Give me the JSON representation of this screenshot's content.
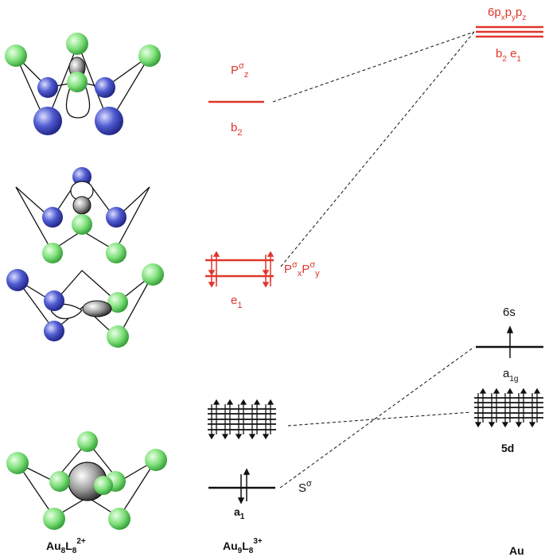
{
  "diagram": {
    "colors": {
      "red": "#e0362c",
      "black": "#111111",
      "gold_atom": "blue",
      "ligand_atom": "green",
      "central_atom": "gray"
    },
    "labels": {
      "pz_main": "P",
      "pz_sup": "σ",
      "pz_sub": "z",
      "b2_main": "b",
      "b2_sub": "2",
      "pxpy_a": "P",
      "pxpy_a_sup": "σ",
      "pxpy_a_sub": "x",
      "pxpy_b": "P",
      "pxpy_b_sup": "σ",
      "pxpy_b_sub": "y",
      "e1_main": "e",
      "e1_sub": "1",
      "a1_main": "a",
      "a1_sub": "1",
      "s_main": "S",
      "s_sup": "σ",
      "au6p_main": "6p",
      "au6p_x": "x",
      "au6p_p2": "p",
      "au6p_y": "y",
      "au6p_p3": "p",
      "au6p_z": "z",
      "au_b2e1_b": "b",
      "au_b2e1_b_sub": "2",
      "au_b2e1_e": " e",
      "au_b2e1_e_sub": "1",
      "au6s": "6s",
      "a1g_main": "a",
      "a1g_sub": "1g",
      "au5d": "5d"
    },
    "captions": {
      "left_a": "Au",
      "left_a_sub": "8",
      "left_b": "L",
      "left_b_sub": "8",
      "left_sup": "2+",
      "mid_a": "Au",
      "mid_a_sub": "9",
      "mid_b": "L",
      "mid_b_sub": "8",
      "mid_sup": "3+",
      "right": "Au"
    }
  }
}
